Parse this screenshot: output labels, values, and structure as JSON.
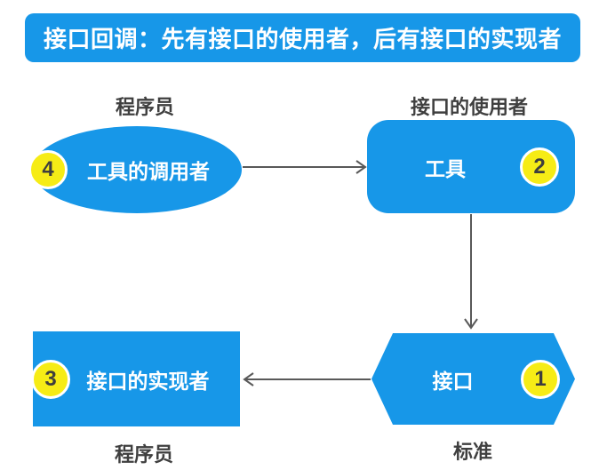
{
  "colors": {
    "shape_blue": "#1797E8",
    "badge_yellow": "#F6EC16",
    "arrow_gray": "#595959",
    "caption_gray": "#3F3F3F",
    "shape_text": "#FFFFFF"
  },
  "title": {
    "text": "接口回调：先有接口的使用者，后有接口的实现者"
  },
  "captions": {
    "top_left": "程序员",
    "top_right": "接口的使用者",
    "bottom_left": "程序员",
    "bottom_right": "标准"
  },
  "nodes": {
    "caller": {
      "badge": "4",
      "label": "工具的调用者"
    },
    "tool": {
      "badge": "2",
      "label": "工具"
    },
    "interface": {
      "badge": "1",
      "label": "接口"
    },
    "implementer": {
      "badge": "3",
      "label": "接口的实现者"
    }
  },
  "arrows": [
    {
      "name": "caller-to-tool",
      "direction": "right"
    },
    {
      "name": "tool-to-interface",
      "direction": "down"
    },
    {
      "name": "interface-to-implementer",
      "direction": "left"
    }
  ]
}
